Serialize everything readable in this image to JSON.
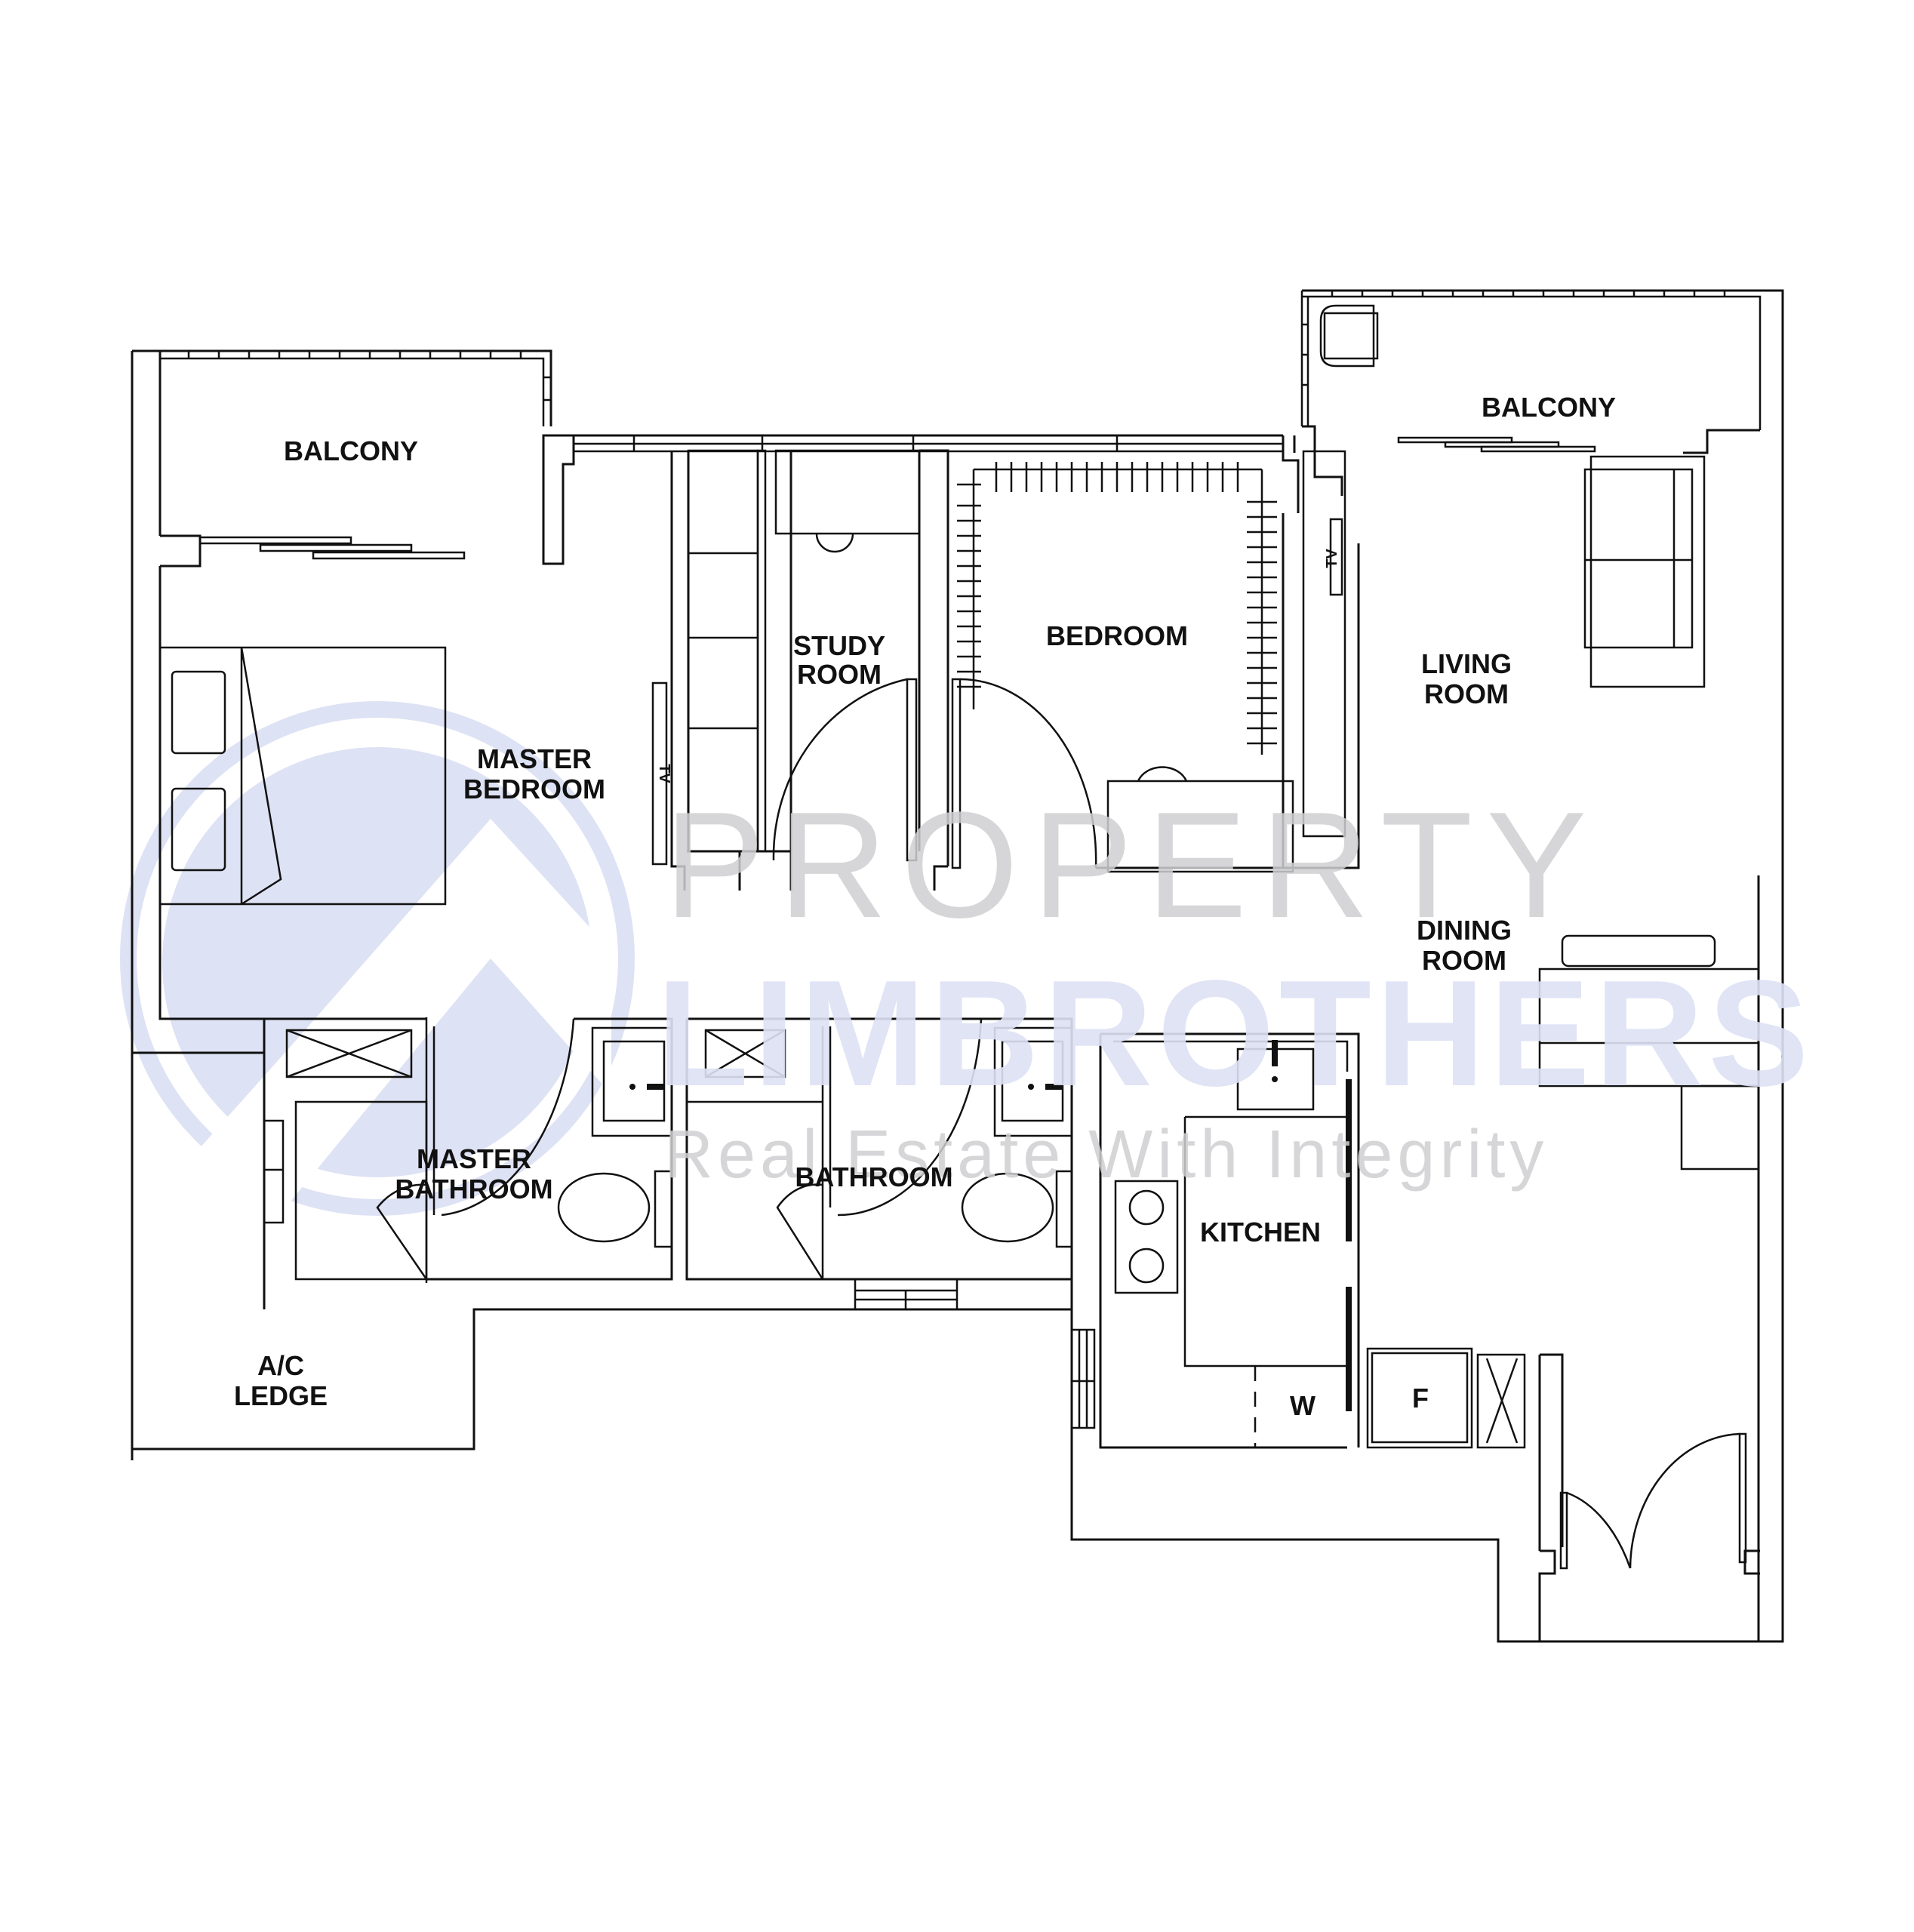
{
  "plan": {
    "rooms": [
      {
        "id": "balcony-left",
        "label": "BALCONY",
        "lines": [
          "BALCONY"
        ]
      },
      {
        "id": "master-bedroom",
        "label": "MASTER BEDROOM",
        "lines": [
          "MASTER",
          "BEDROOM"
        ]
      },
      {
        "id": "study-room",
        "label": "STUDY ROOM",
        "lines": [
          "STUDY",
          "ROOM"
        ]
      },
      {
        "id": "bedroom",
        "label": "BEDROOM",
        "lines": [
          "BEDROOM"
        ]
      },
      {
        "id": "balcony-right",
        "label": "BALCONY",
        "lines": [
          "BALCONY"
        ]
      },
      {
        "id": "living-room",
        "label": "LIVING ROOM",
        "lines": [
          "LIVING",
          "ROOM"
        ]
      },
      {
        "id": "dining-room",
        "label": "DINING ROOM",
        "lines": [
          "DINING",
          "ROOM"
        ]
      },
      {
        "id": "master-bathroom",
        "label": "MASTER BATHROOM",
        "lines": [
          "MASTER",
          "BATHROOM"
        ]
      },
      {
        "id": "bathroom",
        "label": "BATHROOM",
        "lines": [
          "BATHROOM"
        ]
      },
      {
        "id": "kitchen",
        "label": "KITCHEN",
        "lines": [
          "KITCHEN"
        ]
      },
      {
        "id": "ac-ledge",
        "label": "A/C LEDGE",
        "lines": [
          "A/C",
          "LEDGE"
        ]
      }
    ],
    "fixtures": {
      "tv_label": "TV",
      "washer_label": "W",
      "fridge_label": "F"
    }
  },
  "watermark": {
    "line1": "PROPERTY",
    "line2": "LIMBROTHERS",
    "tagline": "Real Estate With Integrity",
    "logo_color": "#dde2f4",
    "text_gray": "#cfd0d2"
  }
}
